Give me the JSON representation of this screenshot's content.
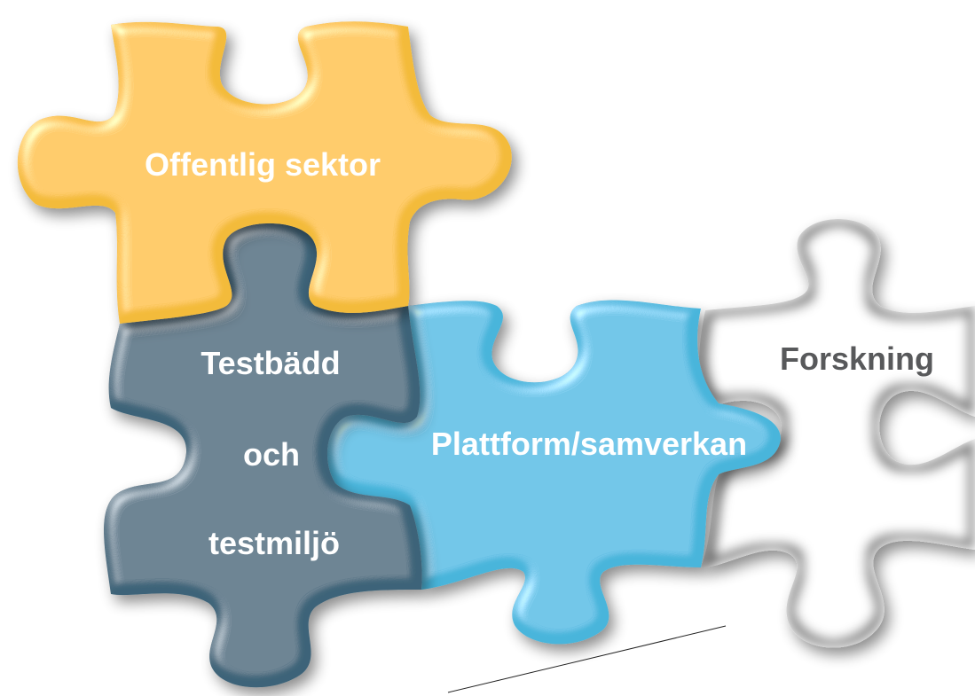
{
  "pieces": {
    "public_sector": {
      "label": "Offentlig sektor",
      "color": "#F3BB3A",
      "text_color": "#ffffff"
    },
    "testbed": {
      "lines": [
        "Testbädd",
        "och",
        "testmiljö"
      ],
      "color": "#3E6479",
      "text_color": "#ffffff"
    },
    "platform": {
      "label": "Plattform/samverkan",
      "color": "#48B5DB",
      "text_color": "#ffffff"
    },
    "research": {
      "label": "Forskning",
      "color": "#FFFFFF",
      "text_color": "#58595B"
    }
  }
}
